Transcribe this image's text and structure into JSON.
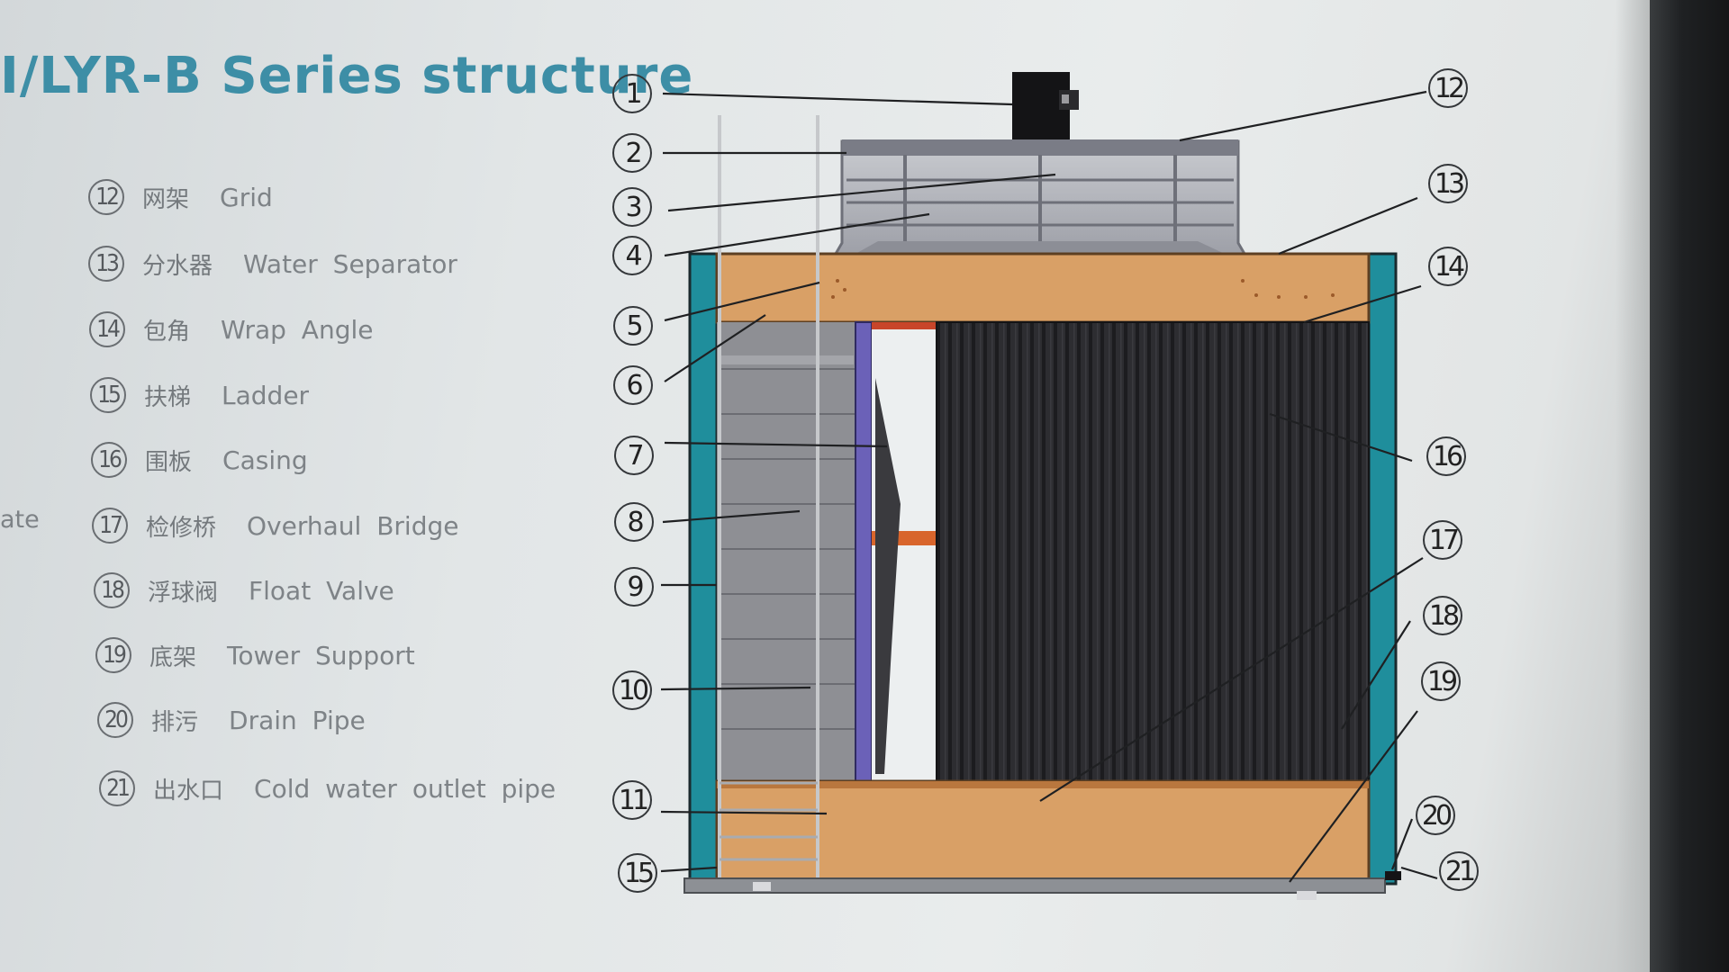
{
  "title": "I/LYR-B Series structure",
  "cut_text": "ate",
  "legend": [
    {
      "num": "12",
      "cn": "网架",
      "en": "Grid"
    },
    {
      "num": "13",
      "cn": "分水器",
      "en": "Water Separator"
    },
    {
      "num": "14",
      "cn": "包角",
      "en": "Wrap Angle"
    },
    {
      "num": "15",
      "cn": "扶梯",
      "en": "Ladder"
    },
    {
      "num": "16",
      "cn": "围板",
      "en": "Casing"
    },
    {
      "num": "17",
      "cn": "检修桥",
      "en": "Overhaul Bridge"
    },
    {
      "num": "18",
      "cn": "浮球阀",
      "en": "Float Valve"
    },
    {
      "num": "19",
      "cn": "底架",
      "en": "Tower Support"
    },
    {
      "num": "20",
      "cn": "排污",
      "en": "Drain Pipe"
    },
    {
      "num": "21",
      "cn": "出水口",
      "en": "Cold water outlet pipe"
    }
  ],
  "callouts": [
    "1",
    "2",
    "3",
    "4",
    "5",
    "6",
    "7",
    "8",
    "9",
    "10",
    "11",
    "12",
    "13",
    "14",
    "15",
    "16",
    "17",
    "18",
    "19",
    "20",
    "21"
  ],
  "colors": {
    "title": "#3d8ea6",
    "frame_teal": "#1f8e9c",
    "basin_orange": "#d9a066",
    "fill_dark": "#2b2b2f",
    "purple_pipe": "#6b61b8",
    "orange_accent": "#d8652c"
  }
}
